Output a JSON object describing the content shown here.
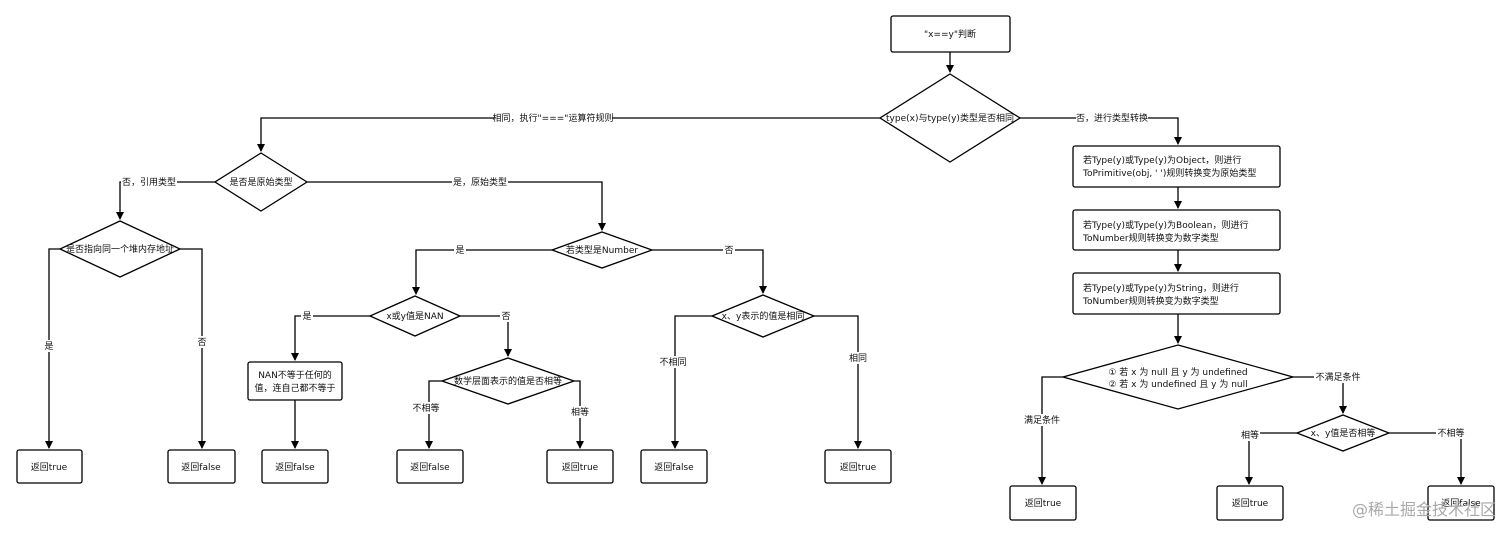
{
  "nodes": {
    "start": "\"x==y\"判断",
    "same_type": "type(x)与type(y)类型是否相同",
    "is_primitive": "是否是原始类型",
    "same_heap": "是否指向同一个堆内存地址",
    "return_true_1": "返回true",
    "return_false_1": "返回false",
    "is_number": "若类型是Number",
    "is_nan": "x或y值是NAN",
    "nan_note": [
      "NAN不等于任何的",
      "值，连自己都不等于"
    ],
    "return_false_2": "返回false",
    "numeric_equal": "数学层面表示的值是否相等",
    "return_false_3": "返回false",
    "return_true_2": "返回true",
    "value_equal": "x、y表示的值是相同",
    "return_false_4": "返回false",
    "return_true_3": "返回true",
    "rule_object": [
      "若Type(y)或Type(y)为Object，则进行",
      "ToPrimitive(obj, ' ')规则转换变为原始类型"
    ],
    "rule_boolean": [
      "若Type(y)或Type(y)为Boolean，则进行",
      "ToNumber规则转换变为数字类型"
    ],
    "rule_string": [
      "若Type(y)或Type(y)为String，则进行",
      "ToNumber规则转换变为数字类型"
    ],
    "null_undefined": [
      "① 若 x 为 null 且 y 为 undefined",
      "② 若 x 为 undefined 且 y 为 null"
    ],
    "return_true_4": "返回true",
    "xy_equal": "x、y值是否相等",
    "return_true_5": "返回true",
    "return_false_5": "返回false"
  },
  "edge_labels": {
    "same_yes": "相同，执行\"===\"运算符规则",
    "same_no": "否，进行类型转换",
    "prim_no": "否，引用类型",
    "prim_yes": "是，原始类型",
    "heap_yes": "是",
    "heap_no": "否",
    "num_yes": "是",
    "num_no": "否",
    "nan_yes": "是",
    "nan_no": "否",
    "numeq_no": "不相等",
    "numeq_yes": "相等",
    "val_no": "不相同",
    "val_yes": "相同",
    "cond_yes": "满足条件",
    "cond_no": "不满足条件",
    "xy_yes": "相等",
    "xy_no": "不相等"
  },
  "watermark": "@稀土掘金技术社区"
}
